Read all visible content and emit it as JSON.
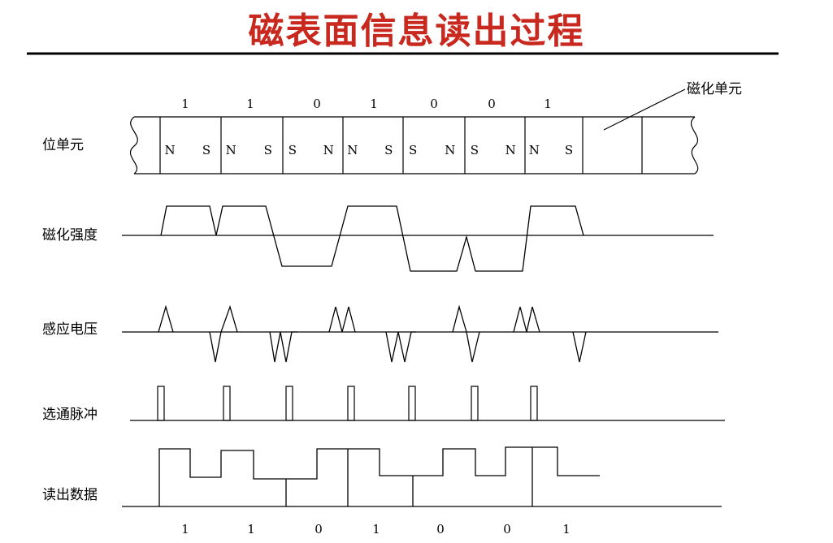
{
  "title": "磁表面信息读出过程",
  "title_color": "#c8281e",
  "callout_label": "磁化单元",
  "rows": {
    "cells": "位单元",
    "magnetization": "磁化强度",
    "voltage": "感应电压",
    "strobe": "选通脉冲",
    "data": "读出数据"
  },
  "bits_top": [
    "1",
    "1",
    "0",
    "1",
    "0",
    "0",
    "1"
  ],
  "bits_bottom": [
    "1",
    "1",
    "0",
    "1",
    "0",
    "0",
    "1"
  ],
  "cell_poles": [
    [
      "N",
      "S"
    ],
    [
      "N",
      "S"
    ],
    [
      "S",
      "N"
    ],
    [
      "N",
      "S"
    ],
    [
      "S",
      "N"
    ],
    [
      "S",
      "N"
    ],
    [
      "N",
      "S"
    ]
  ]
}
